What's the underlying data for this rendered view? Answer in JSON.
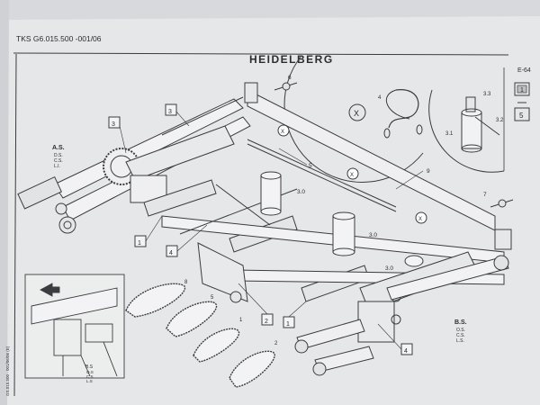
{
  "header": {
    "doc_number": "TKS G6.015.500 -001/06",
    "brand": "HEIDELBERG",
    "page_code": "E-64"
  },
  "side_nav": {
    "page_current": "1",
    "page_next": "5"
  },
  "callouts": {
    "box_1a": "1",
    "box_1b": "1",
    "box_2": "2",
    "box_3a": "3",
    "box_3b": "3",
    "box_4a": "4",
    "box_4b": "4",
    "ref_5": "5",
    "ref_6": "6",
    "ref_7": "7",
    "ref_9": "9",
    "ref_30a": "3.0",
    "ref_30b": "3.0",
    "ref_30c": "3.0",
    "ref_31": "3.1",
    "ref_32": "3.2",
    "ref_33": "3.3",
    "ref_4_detail": "4",
    "x_mark": "X"
  },
  "belts": {
    "b1": "1",
    "b2": "2",
    "b5": "5",
    "b8": "8"
  },
  "side_labels": {
    "as_title": "A.S.",
    "as_l1": "D.S.",
    "as_l2": "C.S.",
    "as_l3": "L.I.",
    "bs_title": "B.S.",
    "bs_l1": "O.S.",
    "bs_l2": "C.S.",
    "bs_l3": "L.S.",
    "inset_title": "B.S",
    "inset_l1": "O.S",
    "inset_l2": "C.S",
    "inset_l3": "L.S"
  },
  "margin_code": "GS.015.500 - 001/06/06 (E)",
  "colors": {
    "paper": "#e9eaeb",
    "ink": "#3a3c40",
    "light_ink": "#7c7f85",
    "background": "#2e3136"
  }
}
